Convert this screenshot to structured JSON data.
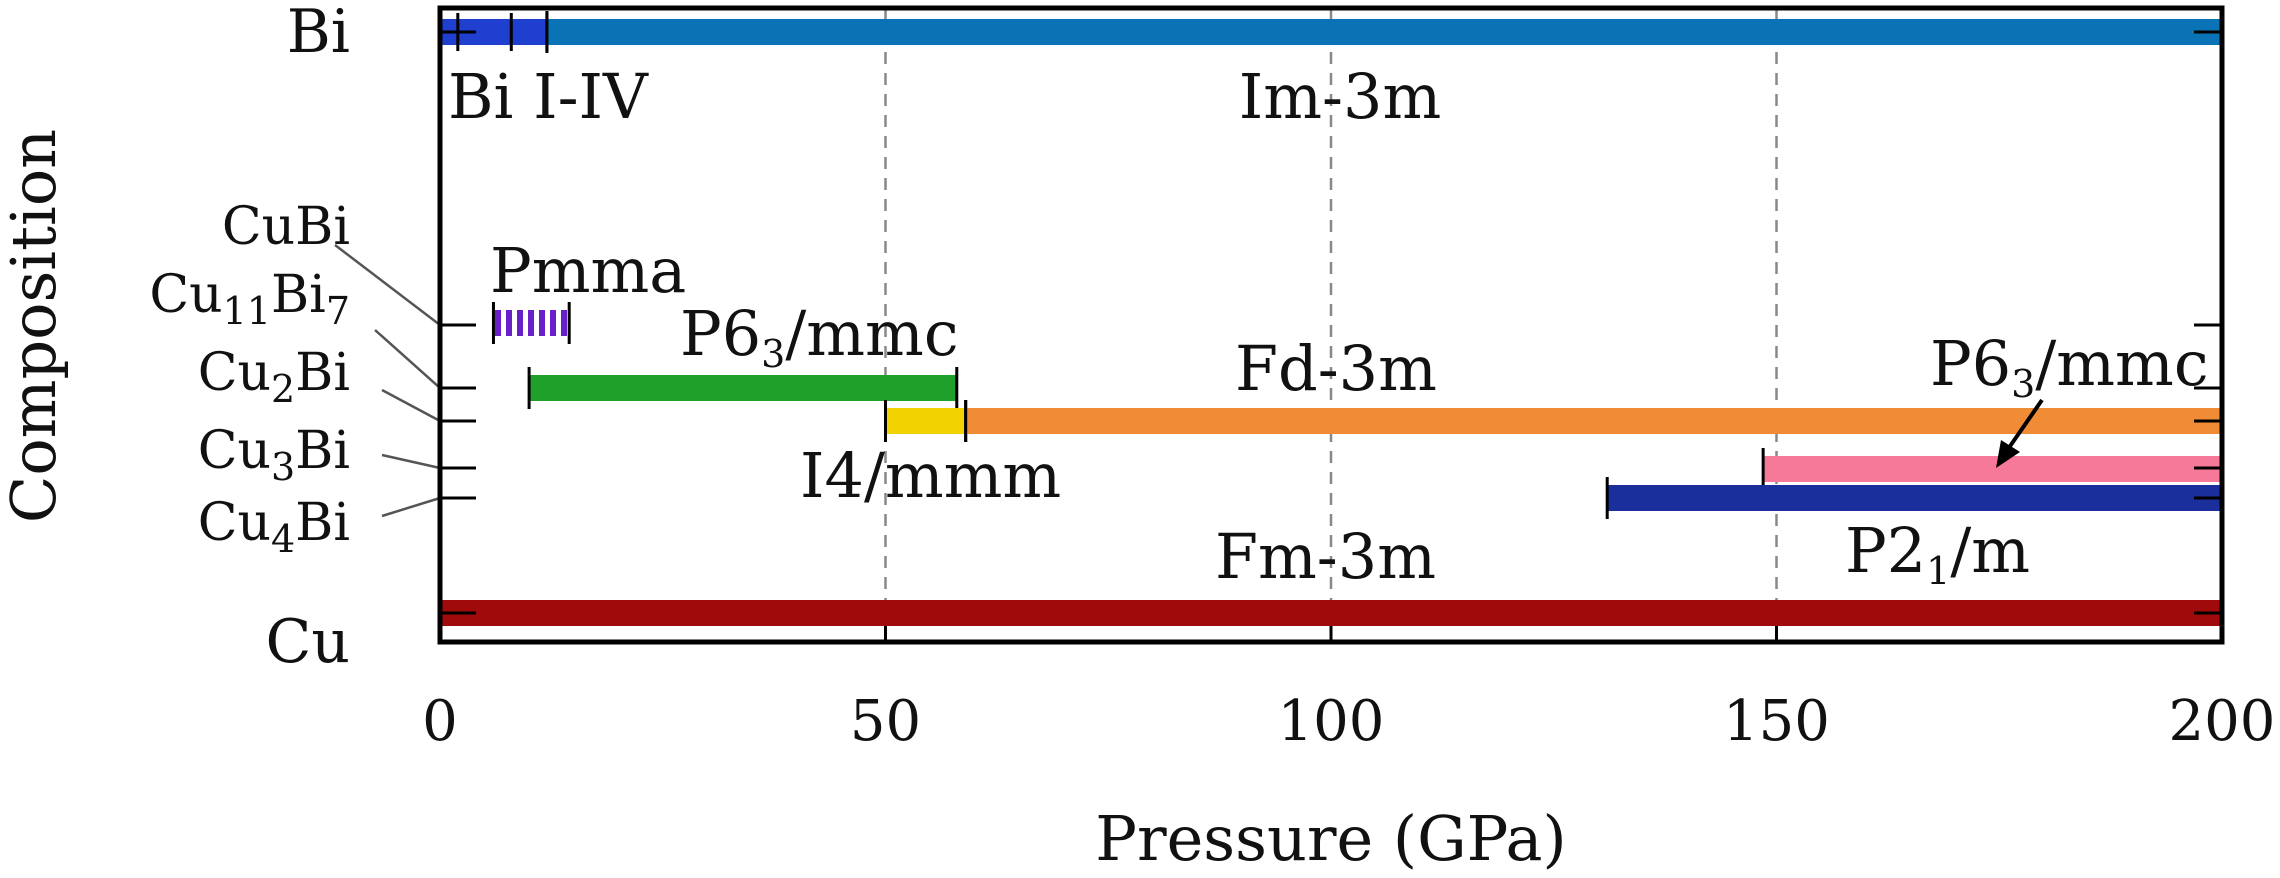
{
  "chart_data": {
    "type": "bar",
    "subtype": "pressure-phase-range-chart",
    "xlabel": "Pressure (GPa)",
    "ylabel": "Composition",
    "xlim": [
      0,
      200
    ],
    "xticks": [
      0,
      50,
      100,
      150,
      200
    ],
    "grid": "vertical dashed lines at 50, 100, 150",
    "legend": "none",
    "compositions": [
      {
        "key": "Bi",
        "label": "Bi",
        "sub": ""
      },
      {
        "key": "CuBi",
        "label": "CuBi",
        "sub": ""
      },
      {
        "key": "Cu11Bi7",
        "label": "Cu",
        "sub": "11",
        "label2": "Bi",
        "sub2": "7"
      },
      {
        "key": "Cu2Bi",
        "label": "Cu",
        "sub": "2",
        "label2": "Bi",
        "sub2": ""
      },
      {
        "key": "Cu3Bi",
        "label": "Cu",
        "sub": "3",
        "label2": "Bi",
        "sub2": ""
      },
      {
        "key": "Cu4Bi",
        "label": "Cu",
        "sub": "4",
        "label2": "Bi",
        "sub2": ""
      },
      {
        "key": "Cu",
        "label": "Cu",
        "sub": ""
      }
    ],
    "series": [
      {
        "composition": "Bi",
        "phase": "Bi I-IV",
        "start": 0,
        "end": 12,
        "color": "#1f3fcf",
        "ticks": [
          2,
          8,
          12
        ]
      },
      {
        "composition": "Bi",
        "phase": "Im-3m",
        "start": 12,
        "end": 200,
        "color": "#0a73b5"
      },
      {
        "composition": "CuBi",
        "phase": "Pmma",
        "start": 6,
        "end": 14.5,
        "color": "#6a1fc9",
        "pattern": "hatched"
      },
      {
        "composition": "Cu11Bi7",
        "phase": "P6_3/mmc",
        "start": 10,
        "end": 58,
        "color": "#1fa02a"
      },
      {
        "composition": "Cu2Bi",
        "phase": "I4/mmm",
        "start": 50,
        "end": 59,
        "color": "#f2d200"
      },
      {
        "composition": "Cu2Bi",
        "phase": "Fd-3m",
        "start": 59,
        "end": 200,
        "color": "#f08c35"
      },
      {
        "composition": "Cu3Bi",
        "phase": "P6_3/mmc",
        "start": 148.5,
        "end": 200,
        "color": "#f7799a"
      },
      {
        "composition": "Cu4Bi",
        "phase": "P2_1/m",
        "start": 131,
        "end": 200,
        "color": "#1b2f9c"
      },
      {
        "composition": "Cu",
        "phase": "Fm-3m",
        "start": 0,
        "end": 200,
        "color": "#a10a0a"
      }
    ],
    "annotations": [
      {
        "text": "Bi I-IV"
      },
      {
        "text": "Im-3m"
      },
      {
        "text": "Pmma"
      },
      {
        "text": "P6",
        "sub": "3",
        "rest": "/mmc",
        "for": "Cu11Bi7"
      },
      {
        "text": "Fd-3m"
      },
      {
        "text": "I4/mmm"
      },
      {
        "text": "P6",
        "sub": "3",
        "rest": "/mmc",
        "for": "Cu3Bi",
        "arrow": true
      },
      {
        "text": "P2",
        "sub": "1",
        "rest": "/m"
      },
      {
        "text": "Fm-3m"
      }
    ]
  }
}
